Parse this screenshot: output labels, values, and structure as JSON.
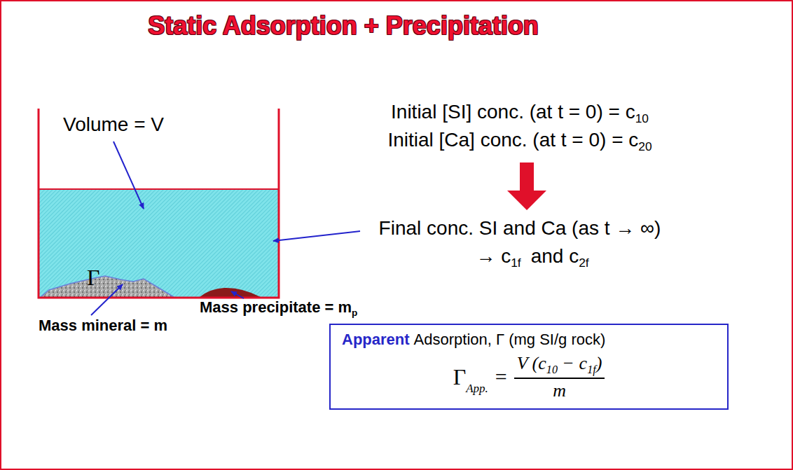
{
  "diagram": {
    "title": "Static Adsorption + Precipitation",
    "nodes": [
      {
        "text": [
          "Apparent",
          "Adsorption, Γ (mg SI/g rock)",
          "Γ",
          "App.",
          "=",
          "V (c",
          "10",
          "−",
          "c",
          "1f",
          ")",
          "m"
        ]
      }
    ],
    "labels": [
      "Volume = V",
      "Initial [SI] conc. (at t = 0) = c",
      "10",
      "Initial [Ca] conc. (at t = 0) = c",
      "20",
      "Final conc. SI and Ca (as t → ∞)",
      "→ c",
      "1f",
      "and c",
      "2f",
      "Γ",
      "Mass precipitate = m",
      "p",
      "Mass mineral = m"
    ]
  }
}
